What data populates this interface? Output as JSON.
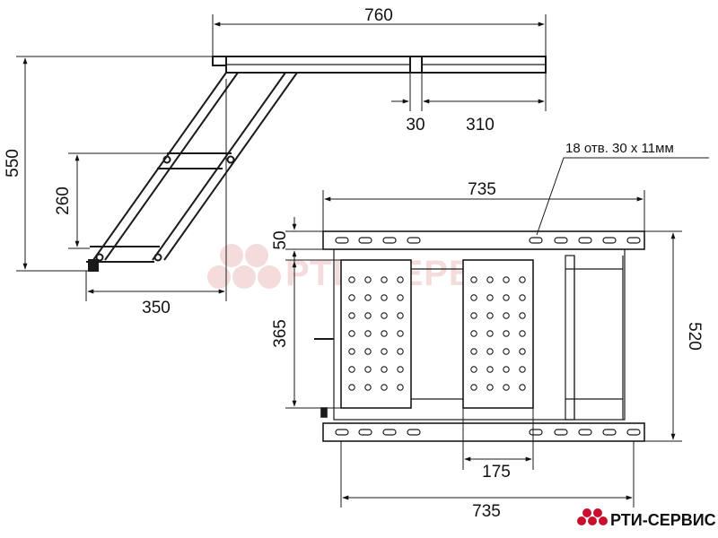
{
  "dimensions": {
    "top_width": "760",
    "height_total": "550",
    "step_pitch": "260",
    "depth": "350",
    "gap": "30",
    "offset": "310",
    "holes_note": "18 отв. 30 х 11мм",
    "mount_width_top": "735",
    "plate_height": "50",
    "overall_height": "520",
    "step_depth": "365",
    "step_width": "175",
    "mount_width_bottom": "735"
  },
  "brand": {
    "name": "РТИ-СЕРВИС",
    "watermark": "РТИ-СЕРВИС",
    "accent_color": "#c8102e",
    "watermark_color": "#f3d9d9"
  },
  "colors": {
    "line": "#1a1a1a"
  }
}
